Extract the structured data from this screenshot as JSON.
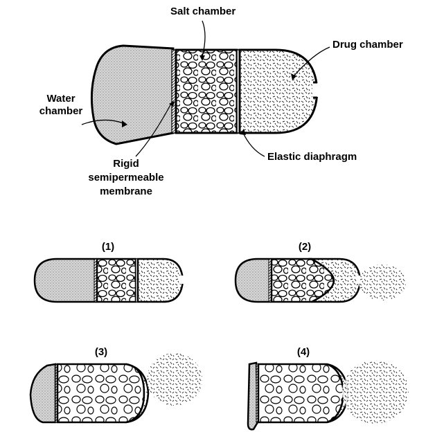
{
  "labels": {
    "salt_chamber": "Salt chamber",
    "drug_chamber": "Drug chamber",
    "water_chamber_line1": "Water",
    "water_chamber_line2": "chamber",
    "elastic_diaphragm": "Elastic diaphragm",
    "membrane_line1": "Rigid",
    "membrane_line2": "semipermeable",
    "membrane_line3": "membrane"
  },
  "stages": [
    "(1)",
    "(2)",
    "(3)",
    "(4)"
  ],
  "colors": {
    "outline": "#000000",
    "water_stipple": "#b8b8b8",
    "drug_particle": "#222222"
  }
}
